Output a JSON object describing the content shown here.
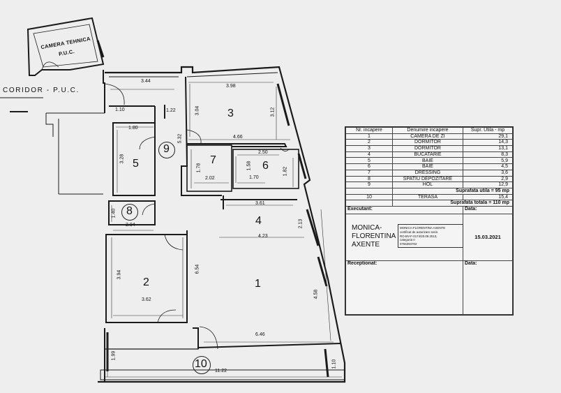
{
  "labels": {
    "camera_tehnica": "CAMERA TEHNICA",
    "camera_puc": "P.U.C.",
    "coridor": "CORIDOR - P.U.C."
  },
  "rooms": [
    "1",
    "2",
    "3",
    "4",
    "5",
    "6",
    "7",
    "8",
    "9",
    "10"
  ],
  "dimensions": {
    "d344": "3.44",
    "d398": "3.98",
    "d304": "3.04",
    "d312": "3.12",
    "d110a": "1.10",
    "d122": "1.22",
    "d532": "5.32",
    "d466": "4.66",
    "d180": "1.80",
    "d328": "3.28",
    "d178": "1.78",
    "d202": "2.02",
    "d250": "2.50",
    "d158": "1.58",
    "d170": "1.70",
    "d182": "1.82",
    "d361": "3.61",
    "d213": "2.13",
    "d140": "1.40",
    "d204": "2.04",
    "d423": "4.23",
    "d394": "3.94",
    "d362": "3.62",
    "d654": "6.54",
    "d458": "4.58",
    "d646": "6.46",
    "d199": "1.99",
    "d1122": "11.22",
    "d110b": "1.10"
  },
  "table": {
    "headers": [
      "Nr. incapere",
      "Denumire incapere",
      "Supr. Utila - mp"
    ],
    "rows": [
      [
        "1",
        "CAMERA DE ZI",
        "29,1"
      ],
      [
        "2",
        "DORMITOR",
        "14,3"
      ],
      [
        "3",
        "DORMITOR",
        "13,1"
      ],
      [
        "4",
        "BUCATARIE",
        "8,3"
      ],
      [
        "5",
        "BAIE",
        "5,9"
      ],
      [
        "6",
        "BAIE",
        "4,5"
      ],
      [
        "7",
        "DRESSING",
        "3,6"
      ],
      [
        "8",
        "SPATIU DEPOZITARE",
        "2,9"
      ],
      [
        "9",
        "HOL",
        "12,9"
      ]
    ],
    "suprafata_utila": "Suprafata utila = 95 mp",
    "terasa": [
      "10",
      "TERASA",
      "15,4"
    ],
    "suprafata_totala": "Suprafata totala = 110 mp",
    "executant_label": "Executant:",
    "data_label": "Data:",
    "executant_name": "MONICA-\nFLORENTINA\nAXENTE",
    "stamp_lines": [
      "MONICA-FLORENTINA AXENTE",
      "certificat de autorizare seria",
      "RO-BV-F-0174/20.09.2013,",
      "categoria II",
      "0765394702"
    ],
    "date": "15.03.2021",
    "receptionat_label": "Receptionat:",
    "data_label2": "Data:"
  }
}
